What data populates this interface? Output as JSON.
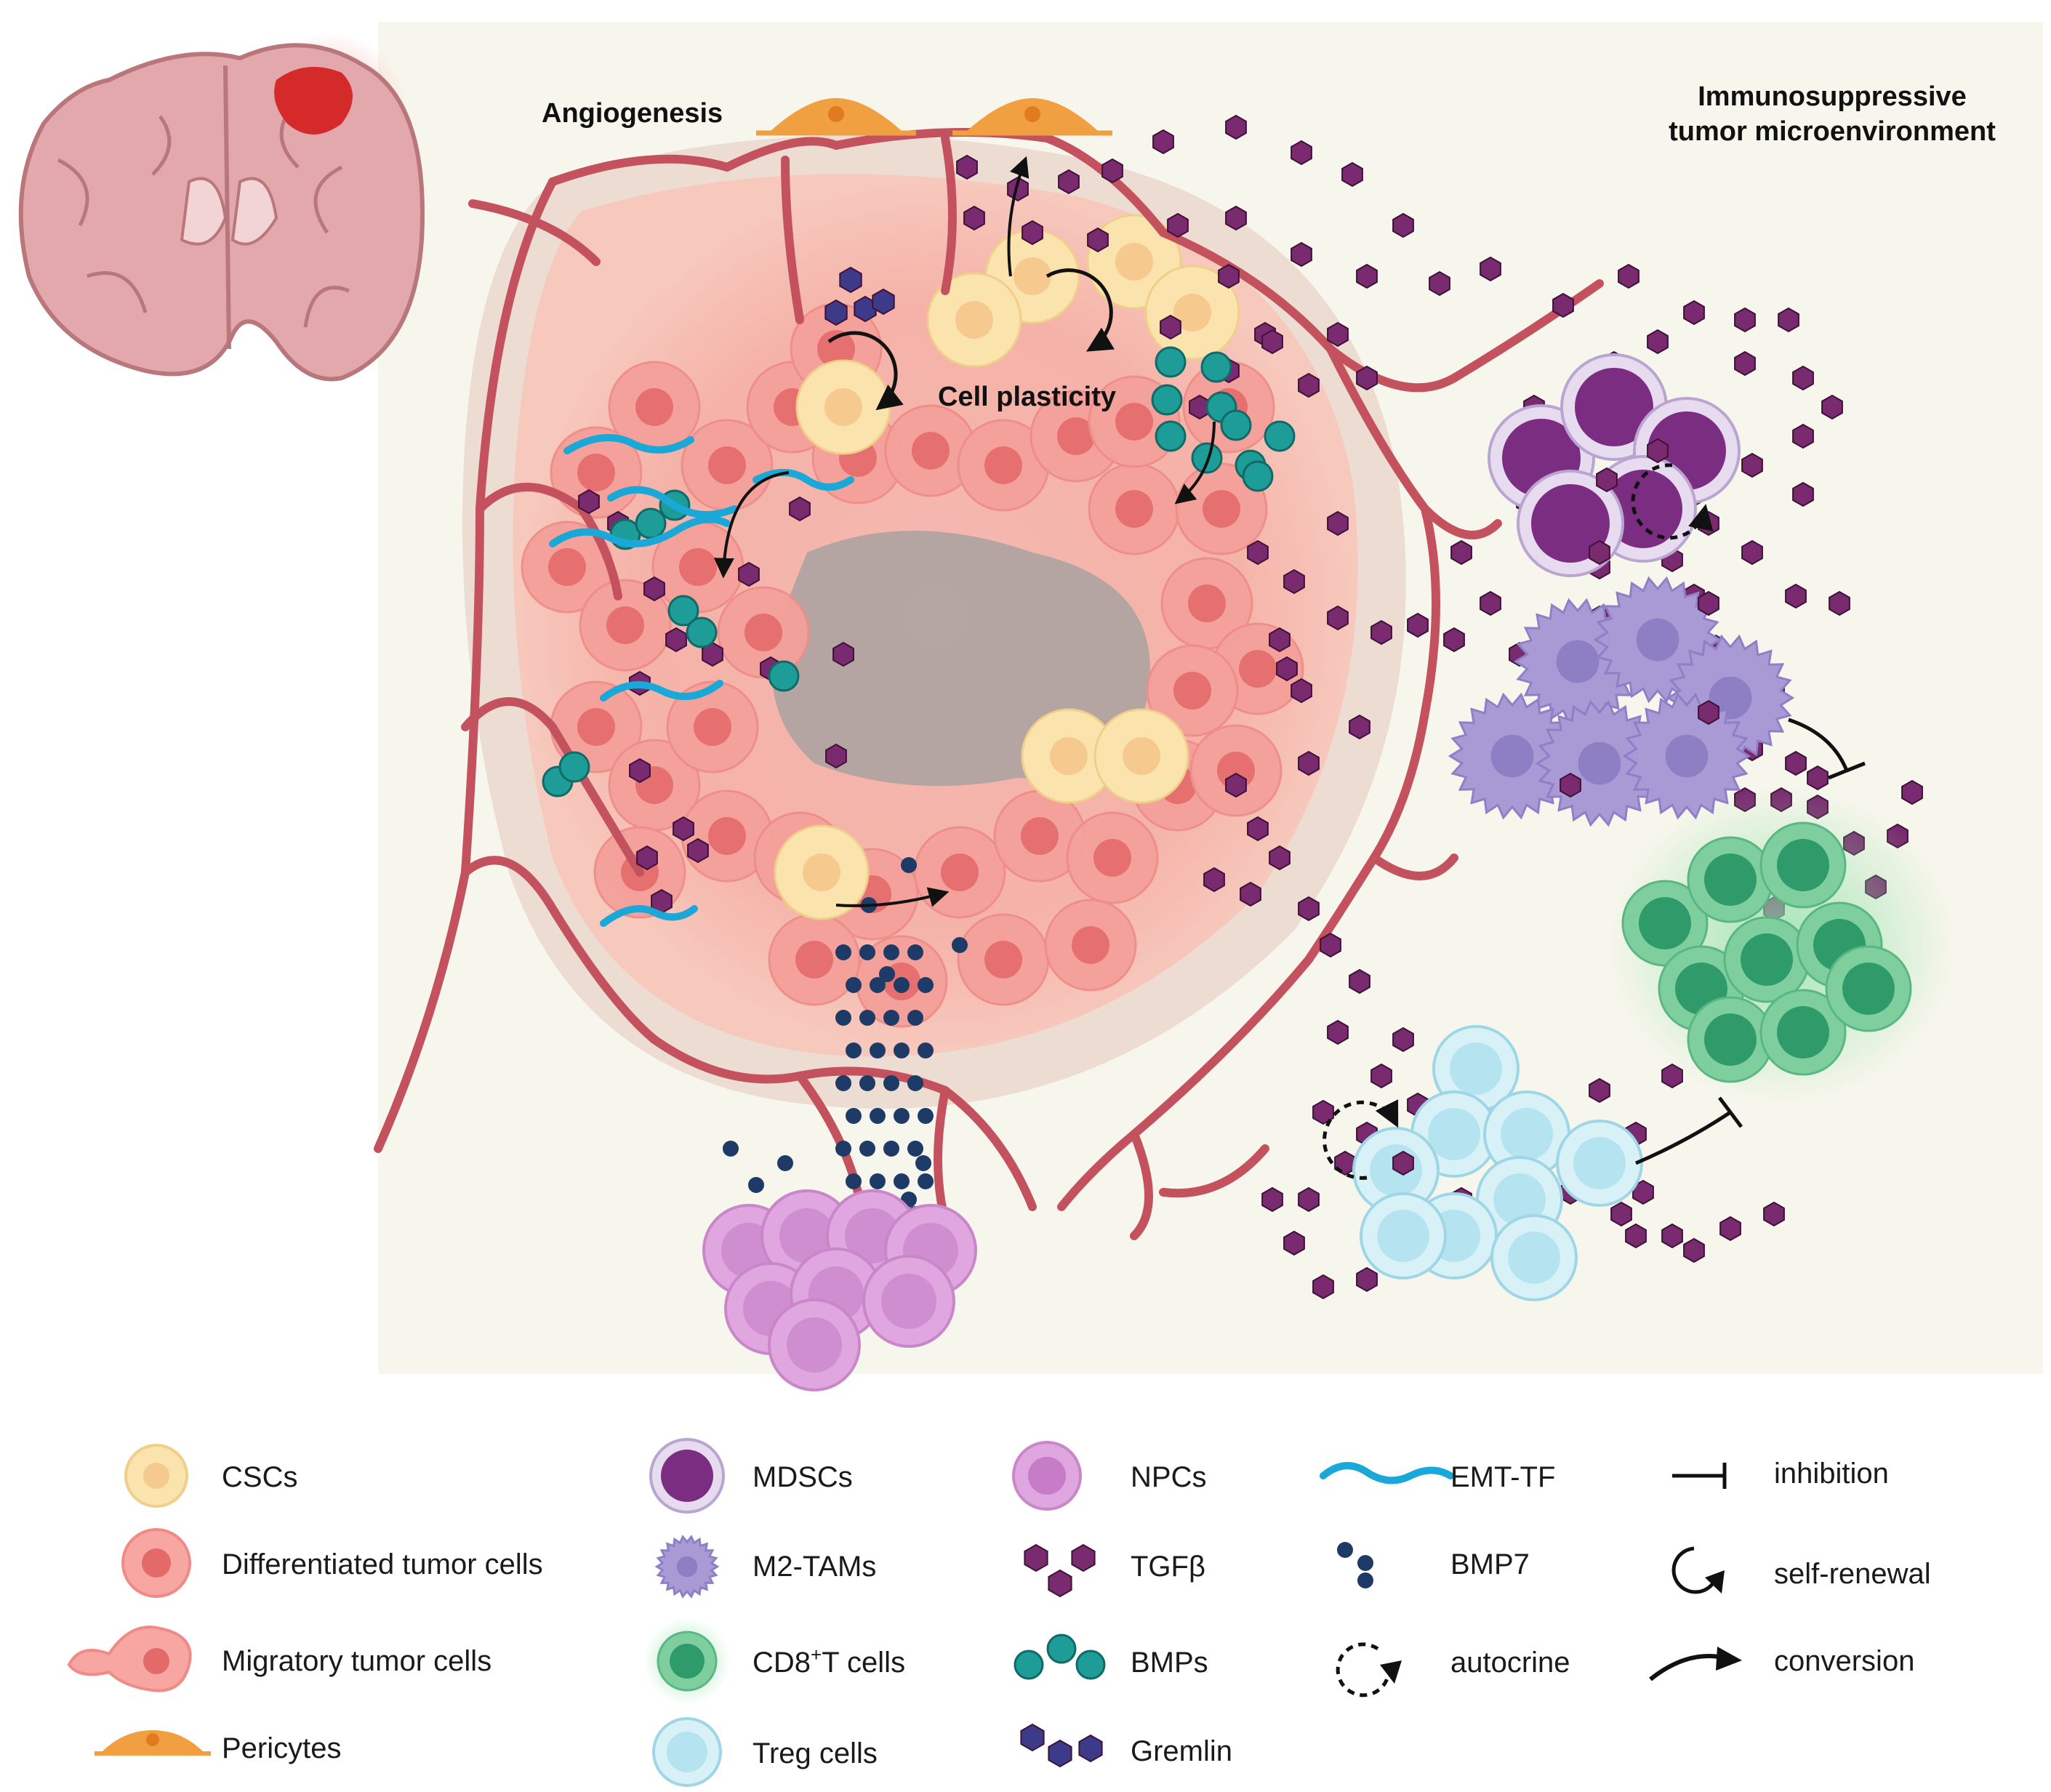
{
  "titles": {
    "angiogenesis": "Angiogenesis",
    "cell_plasticity": "Cell plasticity",
    "microenv_line1": "Immunosuppressive",
    "microenv_line2": "tumor microenvironment"
  },
  "legend": {
    "csc": "CSCs",
    "diff": "Differentiated tumor cells",
    "migr": "Migratory tumor cells",
    "peri": "Pericytes",
    "mdsc": "MDSCs",
    "m2": "M2-TAMs",
    "cd8_pre": "CD8",
    "cd8_sup": "+",
    "cd8_post": "T cells",
    "treg": "Treg cells",
    "npc": "NPCs",
    "tgfb": "TGFβ",
    "bmps": "BMPs",
    "gremlin": "Gremlin",
    "emt": "EMT-TF",
    "bmp7": "BMP7",
    "autocrine": "autocrine",
    "inhibition": "inhibition",
    "selfrenewal": "self-renewal",
    "conversion": "conversion"
  },
  "colors": {
    "background": "#f7f6ec",
    "tumor": "#f2a79f",
    "tumor_cell": "#f08a86",
    "csc": "#fbe3ad",
    "vessel": "#c4525e",
    "tgfb": "#7a2a6e",
    "bmp": "#1e9c98",
    "gremlin": "#3d3a8a",
    "bmp7": "#1e3a66",
    "emt": "#1aa8d8",
    "mdsc": "#7b2d82",
    "m2": "#a99ad6",
    "cd8": "#3aa477",
    "treg": "#bfe8f2",
    "npc": "#d08fd0",
    "pericyte": "#f0a040",
    "brain": "#e8b0b4",
    "brain_tumor": "#d42a2a"
  }
}
